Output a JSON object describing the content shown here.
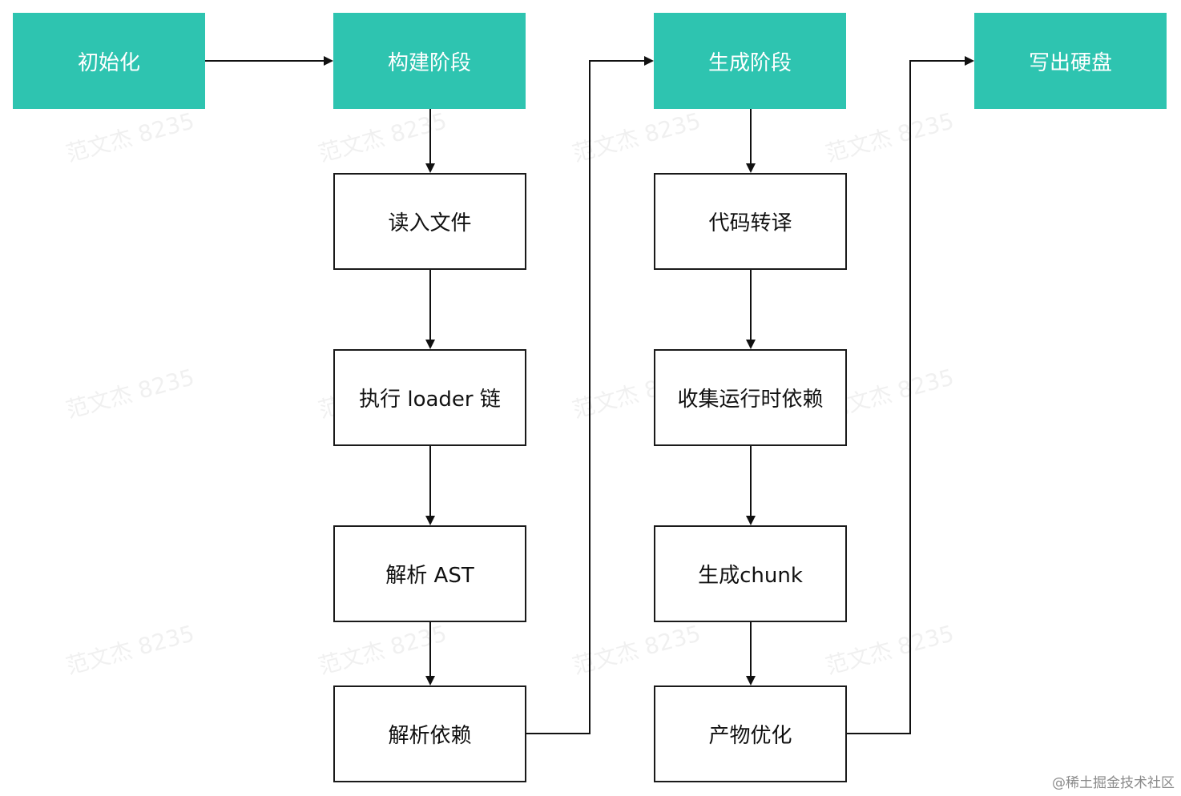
{
  "stages": {
    "init": "初始化",
    "build": "构建阶段",
    "generate": "生成阶段",
    "write": "写出硬盘"
  },
  "build_steps": {
    "read_file": "读入文件",
    "run_loaders": "执行 loader 链",
    "parse_ast": "解析 AST",
    "parse_deps": "解析依赖"
  },
  "generate_steps": {
    "transpile": "代码转译",
    "collect_runtime": "收集运行时依赖",
    "make_chunk": "生成chunk",
    "optimize": "产物优化"
  },
  "watermark": "范文杰 8235",
  "credit": "@稀土掘金技术社区",
  "colors": {
    "stage_fill": "#2ec4b0",
    "stage_text": "#ffffff",
    "step_border": "#1a1a1a",
    "arrow": "#111111"
  }
}
